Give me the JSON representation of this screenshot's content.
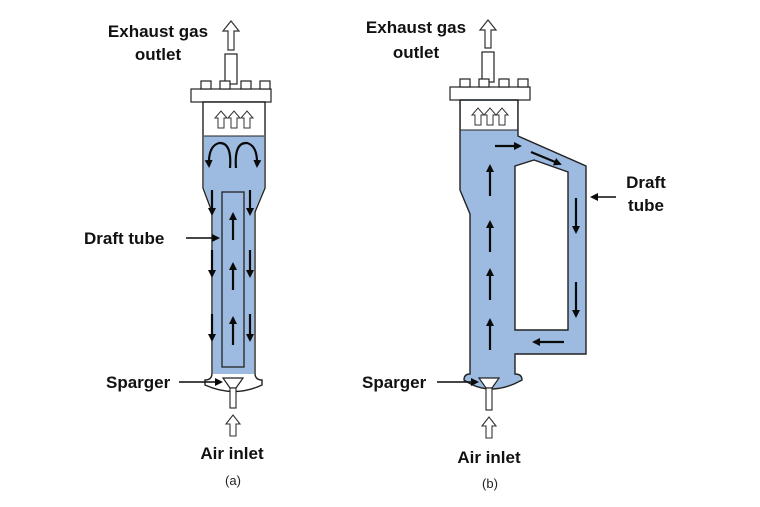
{
  "colors": {
    "liquid": "#9dbbe0",
    "outline": "#111111",
    "arrow": "#0a0a0a",
    "background": "#ffffff"
  },
  "panel_a": {
    "exhaust_line1": "Exhaust gas",
    "exhaust_line2": "outlet",
    "draft_tube": "Draft tube",
    "sparger": "Sparger",
    "air_inlet": "Air inlet",
    "caption": "(a)"
  },
  "panel_b": {
    "exhaust_line1": "Exhaust gas",
    "exhaust_line2": "outlet",
    "draft_line1": "Draft",
    "draft_line2": "tube",
    "sparger": "Sparger",
    "air_inlet": "Air inlet",
    "caption": "(b)"
  },
  "icons": [
    "up-outline-arrow-icon",
    "flow-arrow-icon",
    "sparger-funnel-icon"
  ]
}
